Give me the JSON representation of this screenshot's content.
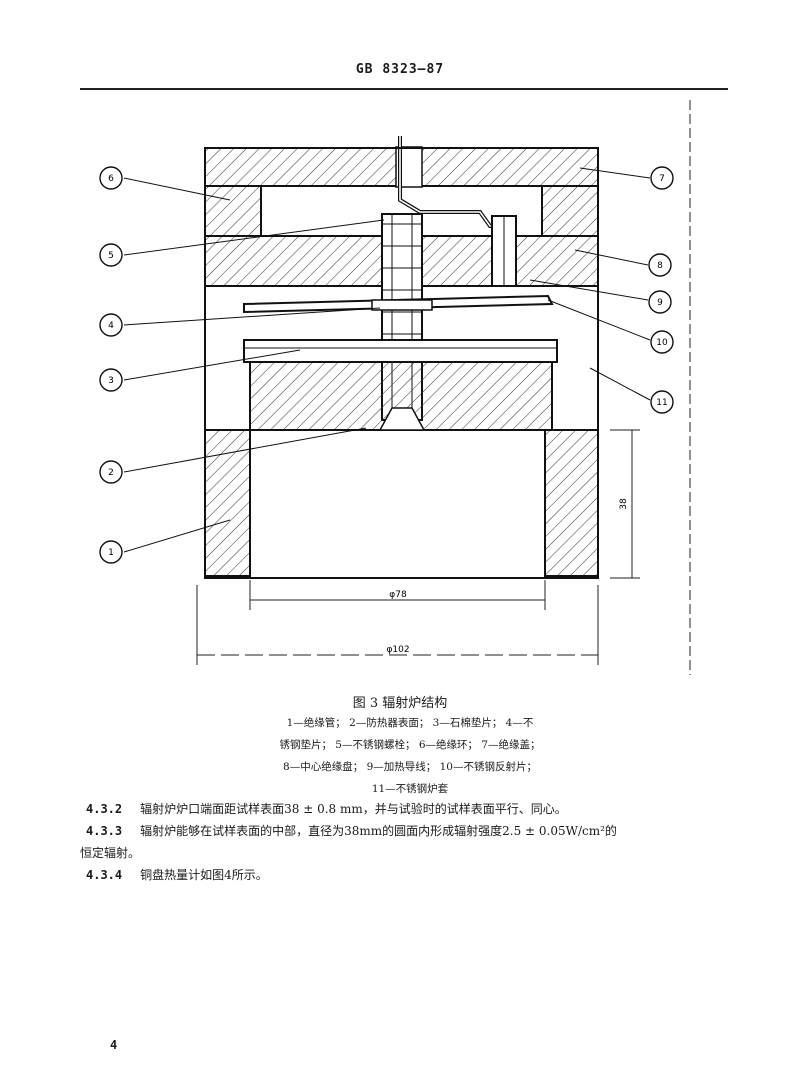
{
  "header": {
    "standard_code": "GB 8323—87"
  },
  "figure": {
    "callouts": [
      "6",
      "5",
      "4",
      "3",
      "2",
      "1",
      "7",
      "8",
      "9",
      "10",
      "11"
    ],
    "dimensions": {
      "height": "38",
      "inner_diameter": "φ78",
      "outer_diameter": "φ102"
    },
    "caption": "图 3  辐射炉结构",
    "legend_lines": [
      "1—绝缘管； 2—防热器表面； 3—石棉垫片； 4—不",
      "锈钢垫片； 5—不锈钢螺栓； 6—绝缘环； 7—绝缘盖；",
      "8—中心绝缘盘； 9—加热导线； 10—不锈钢反射片；",
      "11—不锈钢炉套"
    ]
  },
  "paragraphs": [
    {
      "number": "4.3.2",
      "text": "辐射炉炉口端面距试样表面38 ± 0.8 mm，并与试验时的试样表面平行、同心。"
    },
    {
      "number": "4.3.3",
      "text": "辐射炉能够在试样表面的中部，直径为38mm的圆面内形成辐射强度2.5 ± 0.05W/cm²的"
    },
    {
      "number": "",
      "text": "恒定辐射。"
    },
    {
      "number": "4.3.4",
      "text": "铜盘热量计如图4所示。"
    }
  ],
  "page_number": "4"
}
